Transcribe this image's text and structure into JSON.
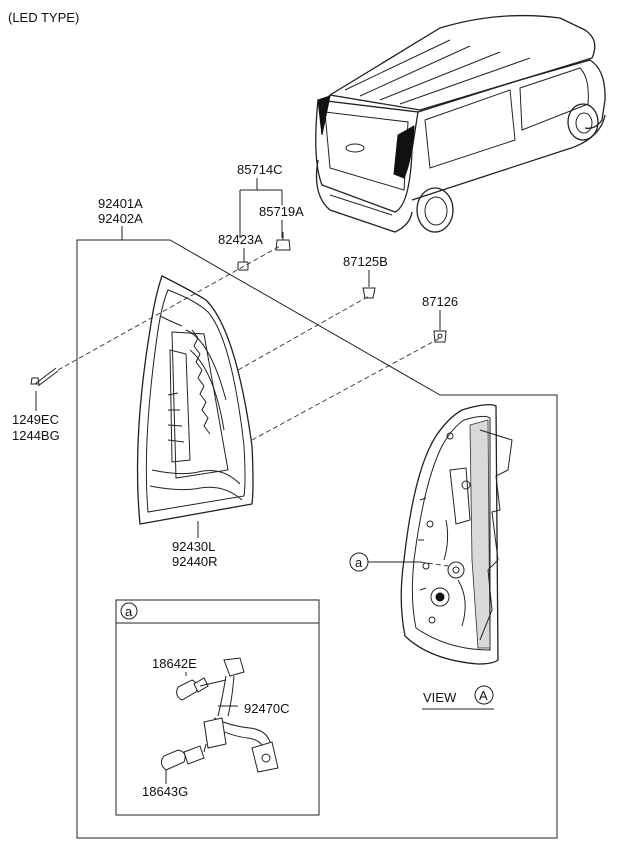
{
  "header": {
    "title": "(LED TYPE)"
  },
  "callouts": {
    "p85714C": "85714C",
    "p85719A": "85719A",
    "p82423A": "82423A",
    "p92401A": "92401A",
    "p92402A": "92402A",
    "p87125B": "87125B",
    "p87126": "87126",
    "p1249EC": "1249EC",
    "p1244BG": "1244BG",
    "p92430L": "92430L",
    "p92440R": "92440R"
  },
  "detail_a": {
    "marker": "a",
    "p18642E": "18642E",
    "p92470C": "92470C",
    "p18643G": "18643G"
  },
  "view": {
    "marker": "a",
    "label": "VIEW",
    "letter": "A"
  }
}
